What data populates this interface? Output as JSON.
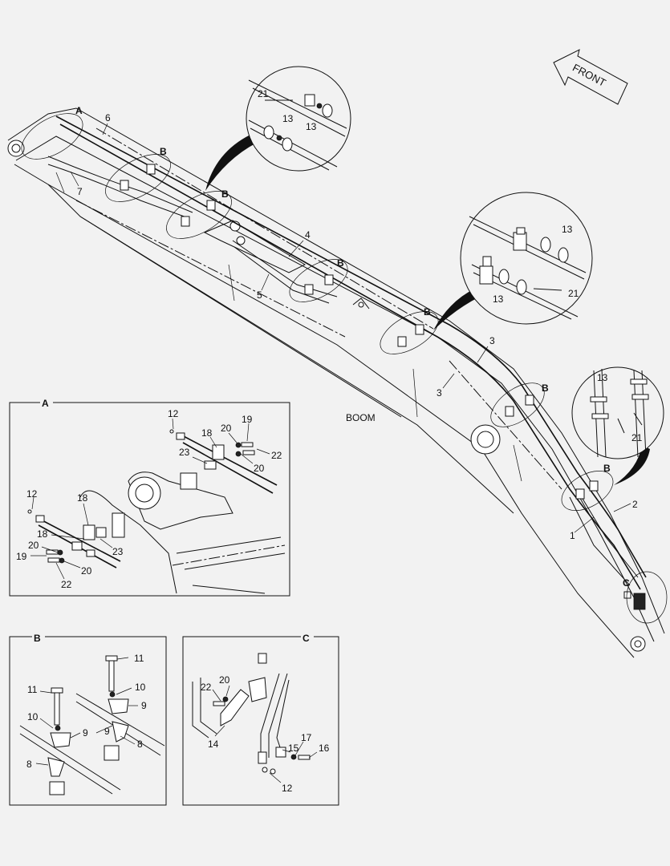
{
  "direction_arrow": {
    "label": "FRONT"
  },
  "main_view": {
    "title": "BOOM",
    "detail_callouts": [
      "A",
      "B",
      "B",
      "B",
      "B",
      "B",
      "B",
      "C"
    ],
    "part_numbers": [
      "1",
      "2",
      "3",
      "3",
      "4",
      "5",
      "6",
      "7"
    ]
  },
  "zoom_circle_1": {
    "labels": [
      "21",
      "13",
      "13"
    ]
  },
  "zoom_circle_2": {
    "labels": [
      "13",
      "13",
      "21"
    ]
  },
  "zoom_circle_3": {
    "labels": [
      "13",
      "21"
    ]
  },
  "detail_a": {
    "title": "A",
    "labels": [
      "12",
      "18",
      "20",
      "19",
      "20",
      "22",
      "23",
      "12",
      "18",
      "18",
      "23",
      "20",
      "19",
      "20",
      "22"
    ]
  },
  "detail_b": {
    "title": "B",
    "labels": [
      "11",
      "10",
      "9",
      "11",
      "10",
      "9",
      "9",
      "8",
      "8"
    ]
  },
  "detail_c": {
    "title": "C",
    "labels": [
      "22",
      "20",
      "14",
      "15",
      "17",
      "16",
      "12"
    ]
  }
}
